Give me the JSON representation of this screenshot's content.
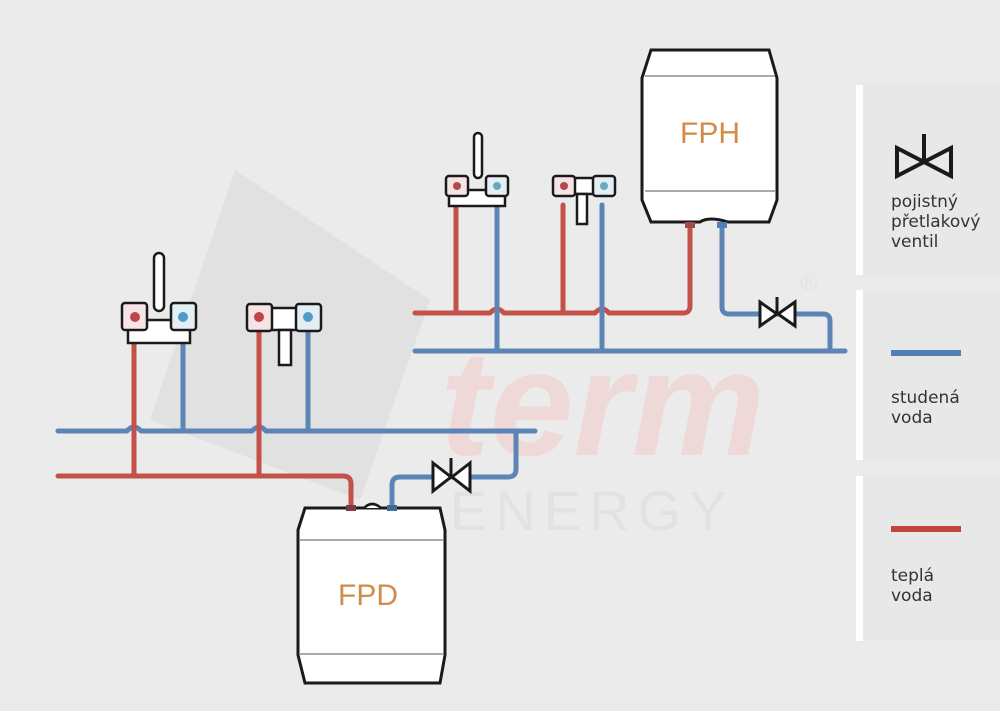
{
  "diagram": {
    "tanks": [
      {
        "id": "upper",
        "label": "FPH"
      },
      {
        "id": "lower",
        "label": "FPD"
      }
    ],
    "watermark": {
      "brand": "term",
      "sub": "ENERGY",
      "registered": "®"
    }
  },
  "legend": {
    "items": [
      {
        "symbol": "safety-valve",
        "label_lines": [
          "pojistný",
          "přetlakový",
          "ventil"
        ]
      },
      {
        "symbol": "blue-line",
        "color": "#4f7fb4",
        "label_lines": [
          "studená",
          "voda"
        ]
      },
      {
        "symbol": "red-line",
        "color": "#c0453e",
        "label_lines": [
          "teplá",
          "voda"
        ]
      }
    ]
  },
  "colors": {
    "cold": "#5d84b6",
    "hot": "#c4504a",
    "background": "#ebebeb",
    "tank_label": "#d08d4a"
  }
}
